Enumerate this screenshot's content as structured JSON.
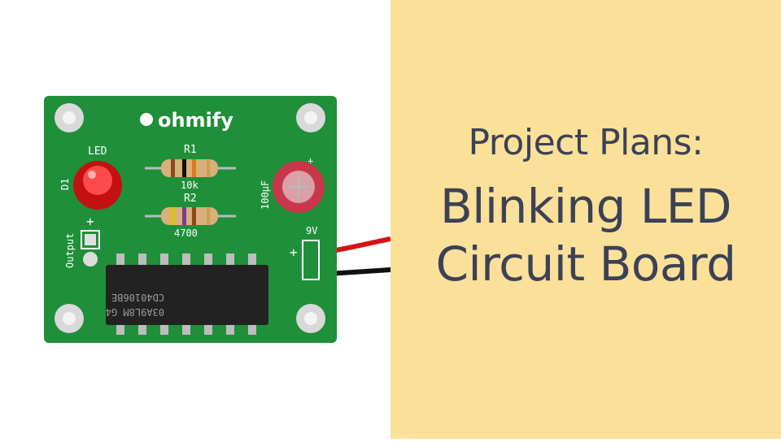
{
  "colors": {
    "panel_bg": "#fbe09a",
    "text": "#3b4255",
    "pcb_green": "#1f8f3a",
    "led_red": "#e01818"
  },
  "title": {
    "kicker": "Project Plans:",
    "line1": "Blinking LED",
    "line2": "Circuit Board"
  },
  "board": {
    "brand": "ohmify",
    "led_label": "LED",
    "d1_label": "D1",
    "r1_label": "R1",
    "r1_value": "10k",
    "r2_label": "R2",
    "r2_value": "4700",
    "cap_value": "100µF",
    "cap_plus": "+",
    "battery_label": "9V",
    "battery_plus": "+",
    "output_label": "Output",
    "output_plus": "+",
    "chip_line1": "CD40106BE",
    "chip_line2": "03A9L8M G4"
  }
}
